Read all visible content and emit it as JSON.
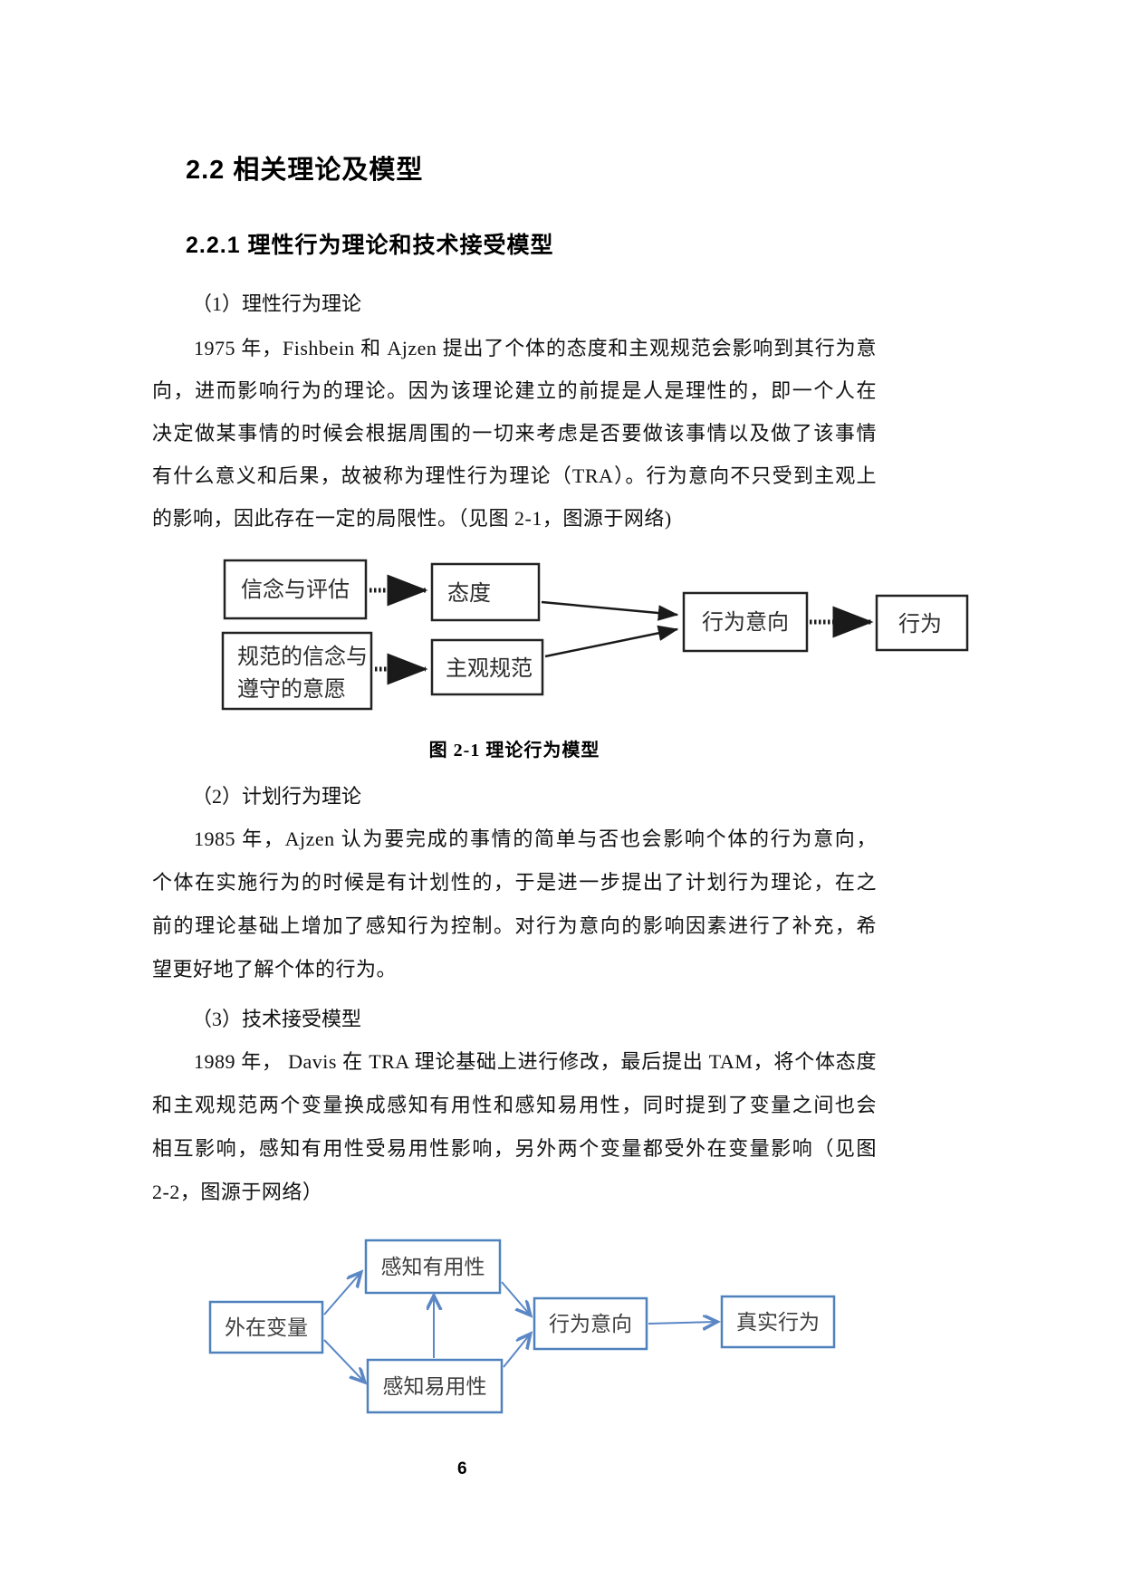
{
  "page": {
    "number": "6"
  },
  "section": {
    "title": "2.2 相关理论及模型"
  },
  "subsection": {
    "title": "2.2.1 理性行为理论和技术接受模型"
  },
  "item1": {
    "label": "（1）理性行为理论"
  },
  "item2": {
    "label": "（2）计划行为理论"
  },
  "item3": {
    "label": "（3）技术接受模型"
  },
  "p1": {
    "lines": [
      "1975 年，Fishbein 和 Ajzen 提出了个体的态度和主观规范会影响到其行为意",
      "向，进而影响行为的理论。因为该理论建立的前提是人是理性的，即一个人在",
      "决定做某事情的时候会根据周围的一切来考虑是否要做该事情以及做了该事情",
      "有什么意义和后果，故被称为理性行为理论（TRA）。行为意向不只受到主观上",
      "的影响，因此存在一定的局限性。（见图 2-1，图源于网络)"
    ]
  },
  "p2": {
    "lines": [
      "1985 年，Ajzen 认为要完成的事情的简单与否也会影响个体的行为意向，",
      "个体在实施行为的时候是有计划性的，于是进一步提出了计划行为理论，在之",
      "前的理论基础上增加了感知行为控制。对行为意向的影响因素进行了补充，希",
      "望更好地了解个体的行为。"
    ]
  },
  "p3": {
    "lines": [
      "1989 年， Davis 在 TRA 理论基础上进行修改，最后提出 TAM，将个体态度",
      "和主观规范两个变量换成感知有用性和感知易用性，同时提到了变量之间也会",
      "相互影响，感知有用性受易用性影响，另外两个变量都受外在变量影响（见图",
      "2-2，图源于网络）"
    ]
  },
  "fig1": {
    "caption": "图 2-1 理论行为模型",
    "node_beliefs": "信念与评估",
    "node_attitude": "态度",
    "node_norm_line1": "规范的信念与",
    "node_norm_line2": "遵守的意愿",
    "node_subjective_norm": "主观规范",
    "node_intention": "行为意向",
    "node_behavior": "行为",
    "arrow_color": "#1a1a1a"
  },
  "fig2": {
    "node_external": "外在变量",
    "node_usefulness": "感知有用性",
    "node_ease": "感知易用性",
    "node_intention": "行为意向",
    "node_actual": "真实行为",
    "accent_color": "#4f81bd",
    "arrow_color": "#5b87c5"
  }
}
